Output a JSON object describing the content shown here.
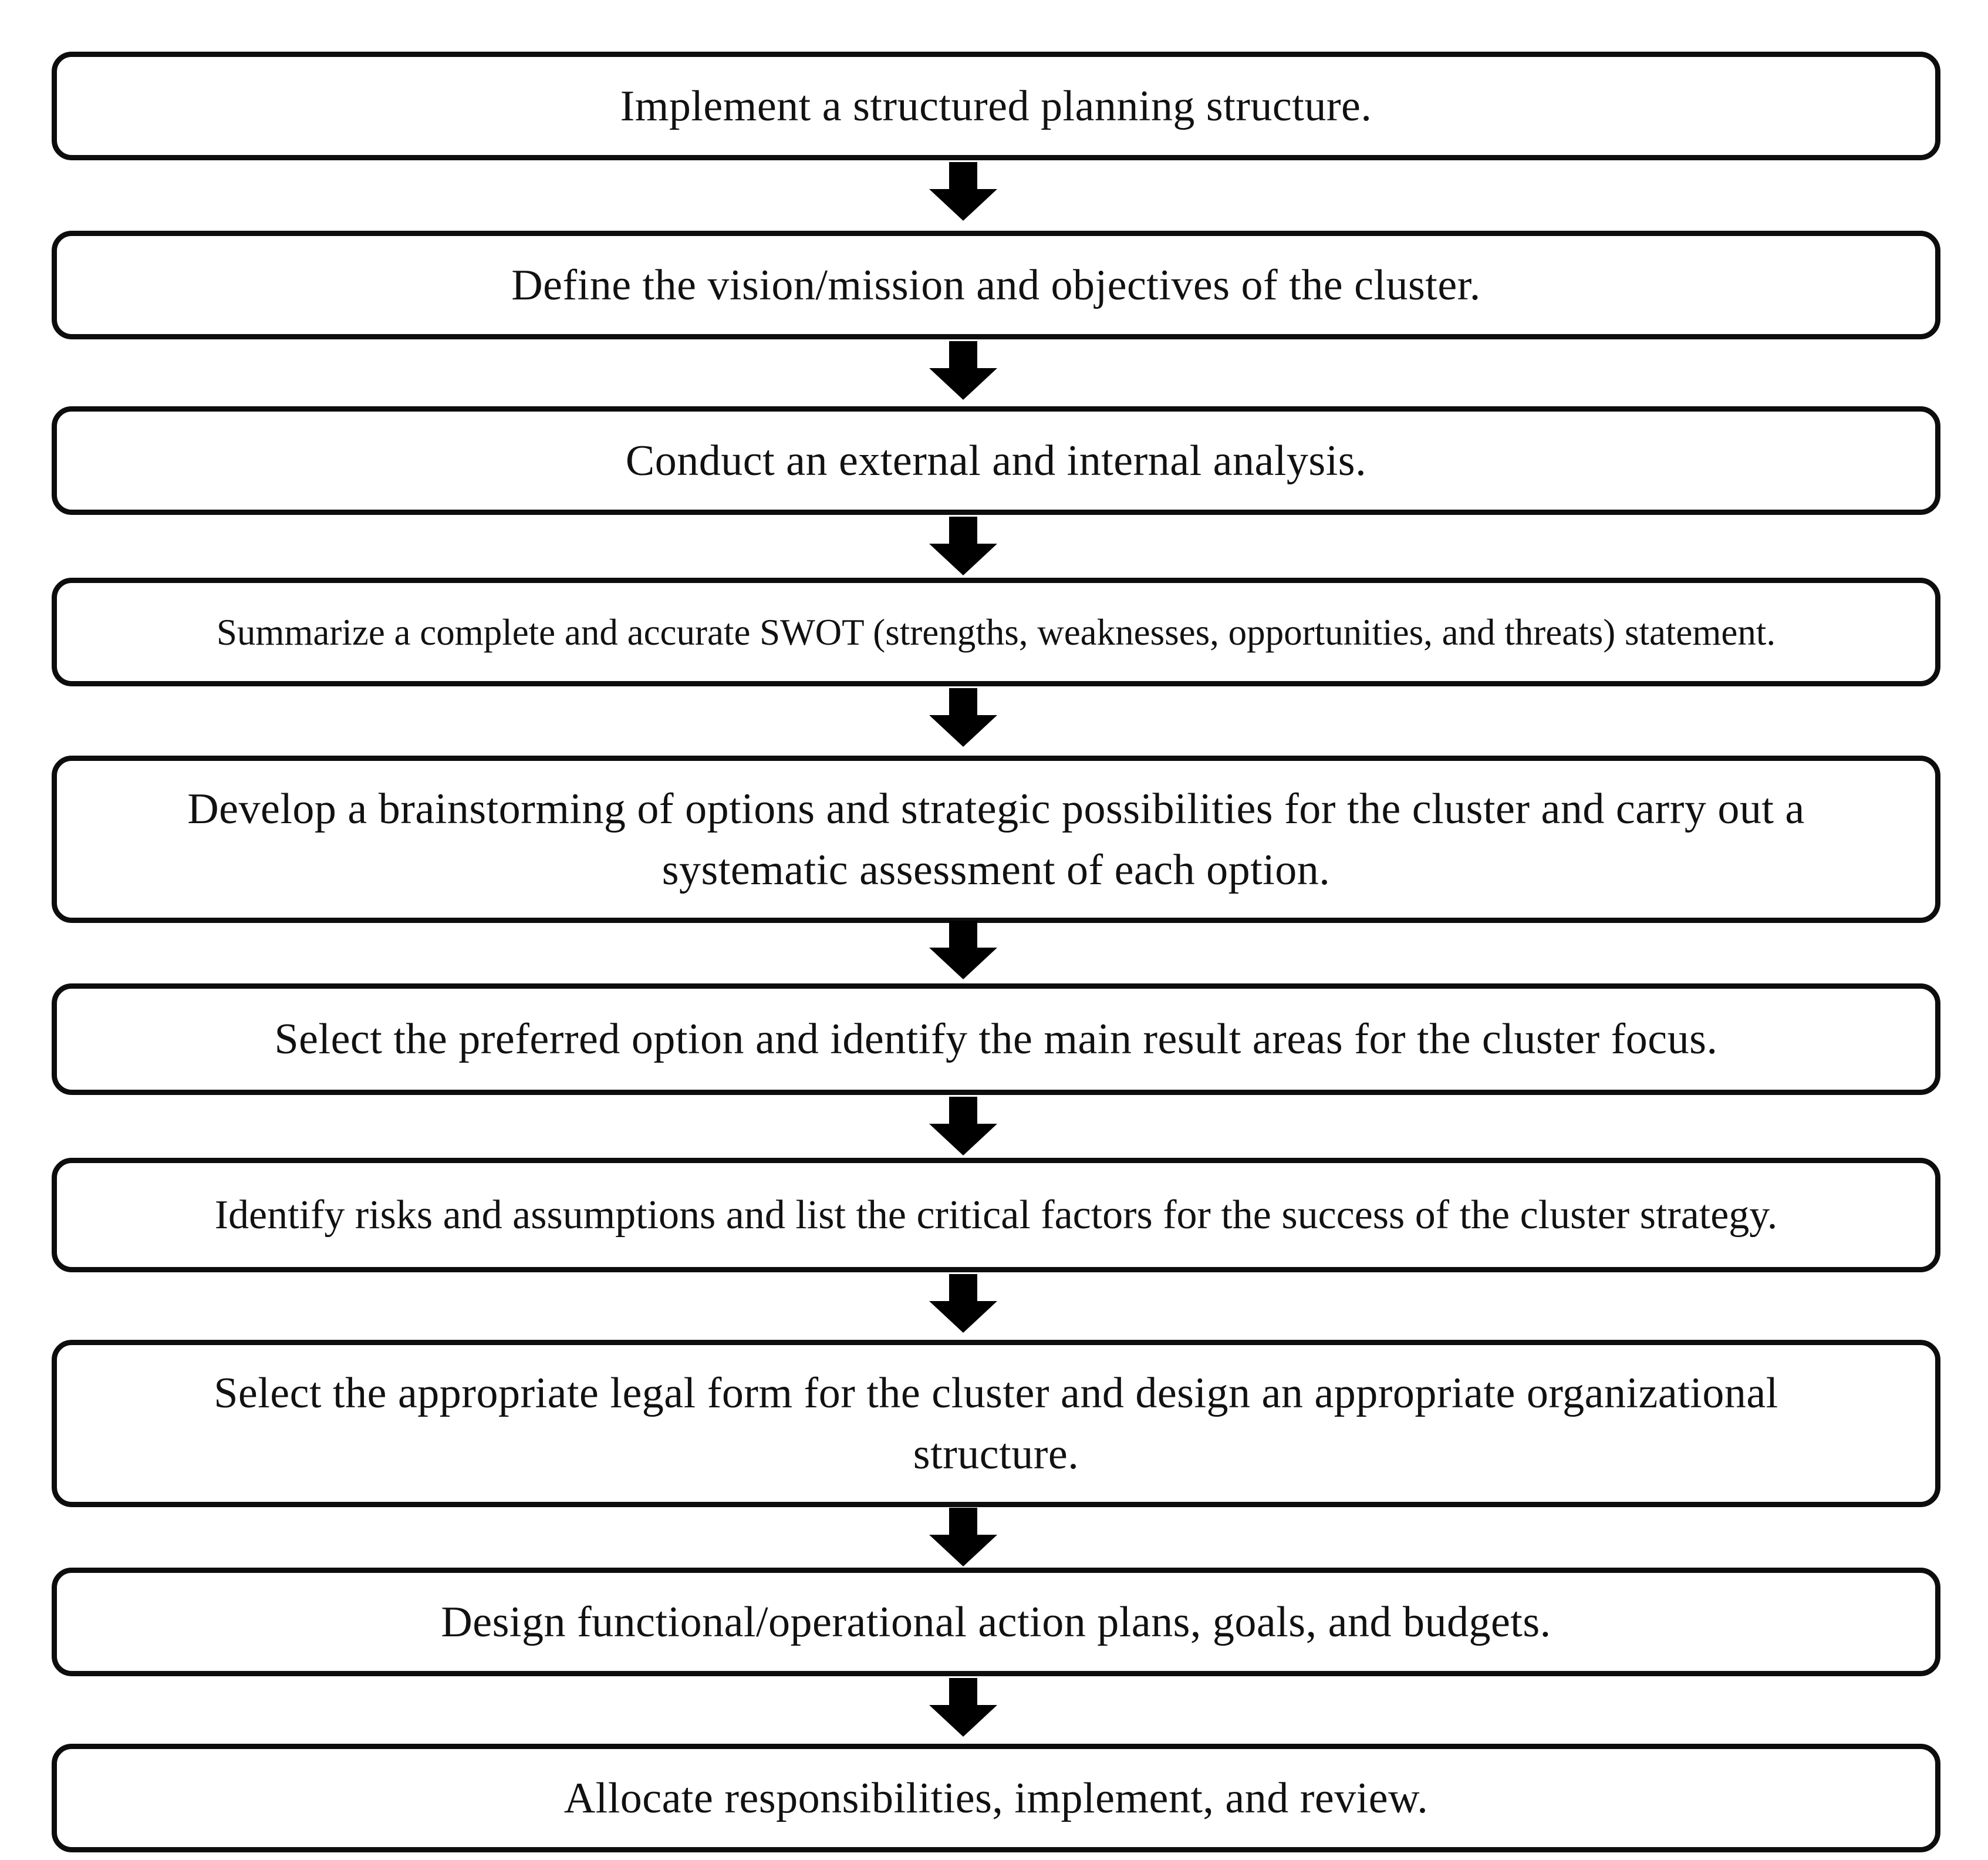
{
  "steps": [
    "Implement a structured planning structure.",
    "Define the vision/mission and objectives of the cluster.",
    "Conduct an external and internal analysis.",
    "Summarize a complete and accurate SWOT (strengths, weaknesses, opportunities, and threats) statement.",
    "Develop a brainstorming of options and strategic possibilities for the cluster and carry out a systematic assessment of each option.",
    "Select the preferred option and identify the main result areas for the cluster focus.",
    "Identify risks and assumptions and list the critical factors for the success of the cluster strategy.",
    "Select the appropriate legal form for the cluster and design an appropriate organizational structure.",
    "Design functional/operational action plans, goals, and budgets.",
    "Allocate responsibilities, implement, and review."
  ],
  "colors": {
    "border": "#0d0d0d",
    "arrow": "#000000",
    "background": "#ffffff",
    "text": "#111111"
  },
  "icons": {
    "connector": "down-arrow-icon"
  }
}
